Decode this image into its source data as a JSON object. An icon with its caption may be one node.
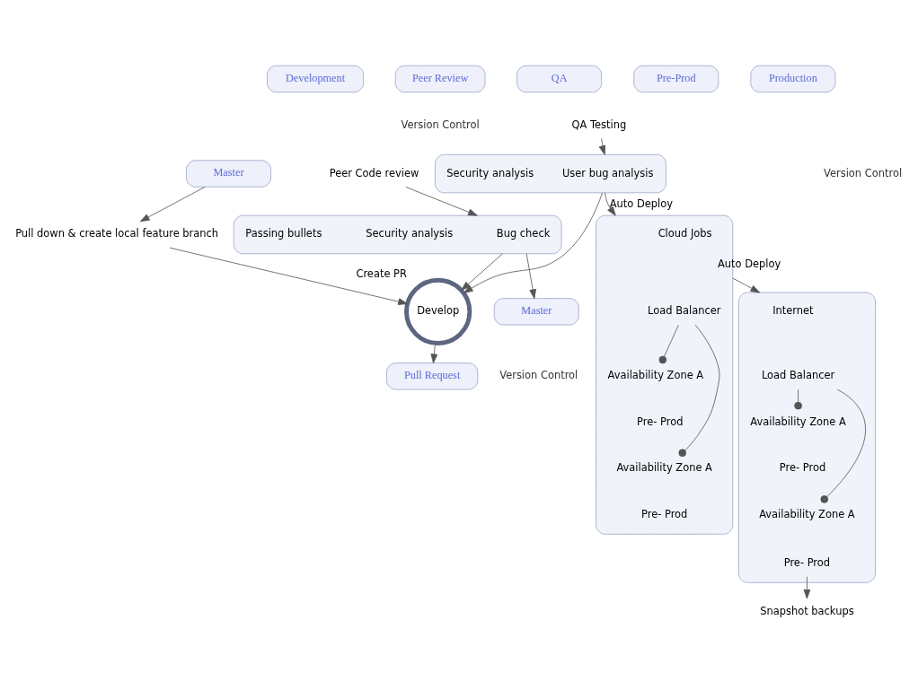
{
  "diagram": {
    "nodes": [
      {
        "text": [
          "Development"
        ]
      },
      {
        "text": [
          "Peer Review"
        ]
      },
      {
        "text": [
          "QA"
        ]
      },
      {
        "text": [
          "Pre-Prod"
        ]
      },
      {
        "text": [
          "Production"
        ]
      },
      {
        "text": [
          "Master"
        ]
      },
      {
        "text": [
          "Pull down & create local feature branch"
        ]
      },
      {
        "text": [
          "Develop"
        ],
        "beside": [
          "Create PR"
        ]
      },
      {
        "text": [
          "Pull Request"
        ]
      },
      {
        "text": [
          "Peer Code review"
        ]
      },
      {
        "text": [],
        "shape": "box"
      },
      {
        "text": [
          "Bug check"
        ],
        "in": 10
      },
      {
        "text": [
          "Security analysis"
        ],
        "in": 10
      },
      {
        "text": [
          "Passing bullets"
        ],
        "in": 10
      },
      {
        "text": [
          "Master"
        ]
      },
      {
        "text": [
          "QA Testing"
        ]
      },
      {
        "text": [],
        "shape": "box"
      },
      {
        "text": [
          "User bug analysis"
        ],
        "in": 16
      },
      {
        "text": [
          "Security analysis"
        ],
        "in": 16
      },
      {
        "text": [],
        "shape": "box"
      },
      {
        "text": [
          "Cloud Jobs"
        ],
        "in": 19
      },
      {
        "text": [
          "Load Balancer"
        ],
        "in": 19
      },
      {
        "text": [
          "Availability Zone A"
        ],
        "in": 19
      },
      {
        "text": [
          "Pre- Prod"
        ],
        "in": 19
      },
      {
        "text": [
          "Availability Zone A"
        ],
        "in": 19
      },
      {
        "text": [
          "Pre- Prod"
        ],
        "in": 19
      },
      {
        "text": [],
        "shape": "box"
      },
      {
        "text": [
          "Internet"
        ],
        "in": 26
      },
      {
        "text": [
          "Load Balancer"
        ],
        "in": 26
      },
      {
        "text": [
          "Availability Zone A"
        ],
        "in": 26
      },
      {
        "text": [
          "Pre- Prod"
        ],
        "in": 26
      },
      {
        "text": [
          "Availability Zone A"
        ],
        "in": 26
      },
      {
        "text": [
          "Pre- Prod"
        ],
        "in": 26
      },
      {
        "text": [
          "Snapshot backups"
        ]
      }
    ],
    "edges": [
      {
        "from": 5,
        "to": 6,
        "arrow": "to"
      },
      {
        "from": 6,
        "to": 7,
        "arrow": "to"
      },
      {
        "from": 9,
        "to": 10,
        "arrow": "to"
      },
      {
        "from": 10,
        "to": 7,
        "arrow": "to"
      },
      {
        "from": 10,
        "to": 14,
        "arrow": "to"
      },
      {
        "from": 15,
        "to": 16,
        "arrow": "to"
      },
      {
        "from": 16,
        "to": 7,
        "arrow": "to"
      },
      {
        "from": 16,
        "to": 19,
        "arrow": "to",
        "label": "Auto Deploy"
      },
      {
        "from": 19,
        "to": 26,
        "arrow": "to",
        "label": "Auto Deploy"
      },
      {
        "from": 21,
        "to": 22,
        "arrow": "other"
      },
      {
        "from": 21,
        "to": 24,
        "arrow": "other"
      },
      {
        "from": 28,
        "to": 29,
        "arrow": "other"
      },
      {
        "from": 28,
        "to": 31,
        "arrow": "other"
      },
      {
        "from": 32,
        "to": 33,
        "arrow": "to"
      },
      {
        "from": 7,
        "to": 8,
        "arrow": "to"
      }
    ],
    "labels": [
      "Version Control",
      "Version Control",
      "Version Control"
    ]
  }
}
